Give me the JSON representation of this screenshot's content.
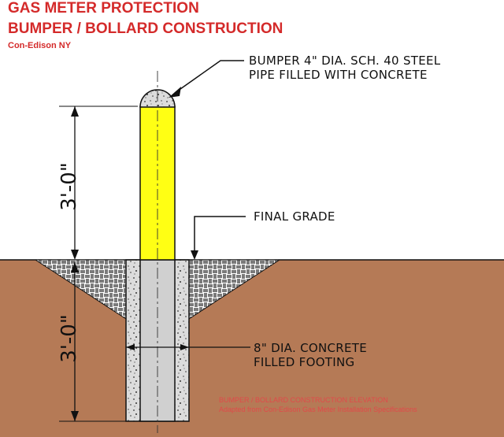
{
  "header": {
    "title_line1": "GAS METER PROTECTION",
    "title_line2": "BUMPER / BOLLARD CONSTRUCTION",
    "source": "Con-Edison NY"
  },
  "callouts": {
    "bumper_line1": "BUMPER 4\" DIA. SCH. 40 STEEL",
    "bumper_line2": "PIPE FILLED WITH CONCRETE",
    "final_grade": "FINAL GRADE",
    "footing_line1": "8\" DIA. CONCRETE",
    "footing_line2": "FILLED FOOTING"
  },
  "dimensions": {
    "above_grade": "3'-0\"",
    "below_grade": "3'-0\""
  },
  "watermark": {
    "line1": "BUMPER / BOLLARD CONSTRUCTION ELEVATION",
    "line2": "Adapted from Con-Edison Gas Meter Installation Specifications"
  },
  "colors": {
    "title": "#d42a2a",
    "soil": "#b57a56",
    "pipe": "#ffff14",
    "concrete": "#d9d9d9",
    "line": "#111111"
  }
}
